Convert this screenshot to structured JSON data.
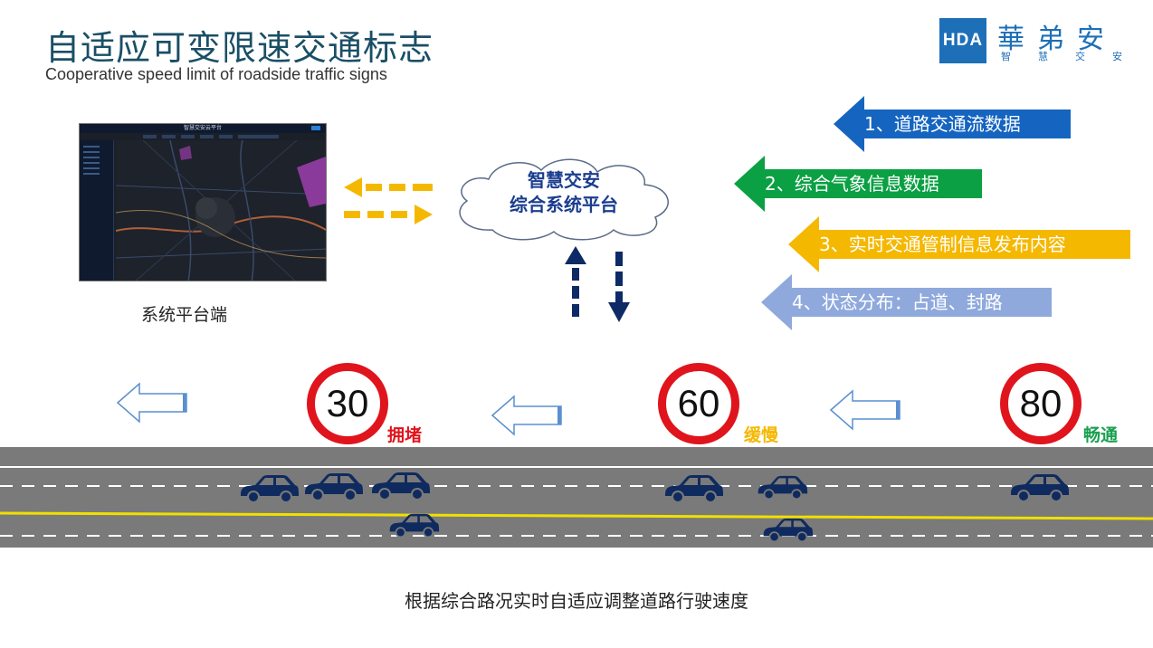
{
  "header": {
    "title": "自适应可变限速交通标志",
    "subtitle": "Cooperative speed limit of roadside traffic signs"
  },
  "logo": {
    "mark": "HDA",
    "name": "華弟安",
    "tagline": "智慧交安",
    "color": "#1d6fb8"
  },
  "platform_screen": {
    "window_title": "智慧交安云平台",
    "label": "系统平台端"
  },
  "cloud": {
    "line1": "智慧交安",
    "line2": "综合系统平台"
  },
  "info_arrows": [
    {
      "text": "1、道路交通流数据",
      "color": "#1565c0"
    },
    {
      "text": "2、综合气象信息数据",
      "color": "#0aa043"
    },
    {
      "text": "3、实时交通管制信息发布内容",
      "color": "#f5b800"
    },
    {
      "text": "4、状态分布：占道、封路",
      "color": "#8fa9dc"
    }
  ],
  "signs": [
    {
      "speed": "30",
      "condition": "拥堵",
      "condition_color": "#e0141c"
    },
    {
      "speed": "60",
      "condition": "缓慢",
      "condition_color": "#f5b800"
    },
    {
      "speed": "80",
      "condition": "畅通",
      "condition_color": "#1aa050"
    }
  ],
  "caption": "根据综合路况实时自适应调整道路行驶速度"
}
